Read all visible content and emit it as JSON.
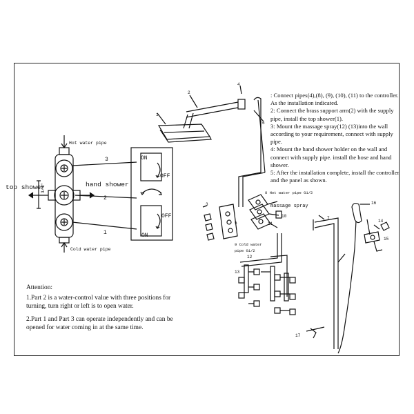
{
  "steps": [
    ": Connect pipes(4),(8), (9), (10), (11) to the controller. As the installation indicated.",
    "2: Connect the brass support arm(2) with the supply pipe, install the top shower(1).",
    "3: Mount the massage spray(12)   (13)into the wall according to your requirement, connect with supply pipe.",
    "4: Mount the hand shower holder on the wall and connect with supply pipe. install the hose and hand shower.",
    "5: After  the installation complete, install the controller and the panel as shown."
  ],
  "attention": {
    "title": "Attention:",
    "notes": [
      "1.Part 2 is a water-control value with three positions for turning, turn right or left is to open water.",
      "2.Part 1 and Part 3 can operate independently and can be opened for water coming  in at the same time."
    ]
  },
  "valve_diagram": {
    "hot_water_pipe": "Hot water pipe",
    "cold_water_pipe": "Cold water pipe",
    "top_shower": "top shower",
    "hand_shower": "hand shower",
    "side_label": "3/4\"",
    "part_numbers": [
      "3",
      "2",
      "1"
    ],
    "on_label": "ON",
    "off_label": "OFF",
    "on_label_2": "ON",
    "off_label_2": "OFF"
  },
  "assembly_diagram": {
    "hot_water_pipe": "8 Hot water pipe G1/2",
    "massage_spray": "massage spray",
    "cold_water_pipe_1": "9 Cold water",
    "cold_water_pipe_2": "pipe G1/2",
    "part_labels": [
      "1",
      "2",
      "3",
      "4",
      "5",
      "6",
      "7",
      "10",
      "11",
      "12",
      "13",
      "14",
      "15",
      "16",
      "17"
    ]
  }
}
